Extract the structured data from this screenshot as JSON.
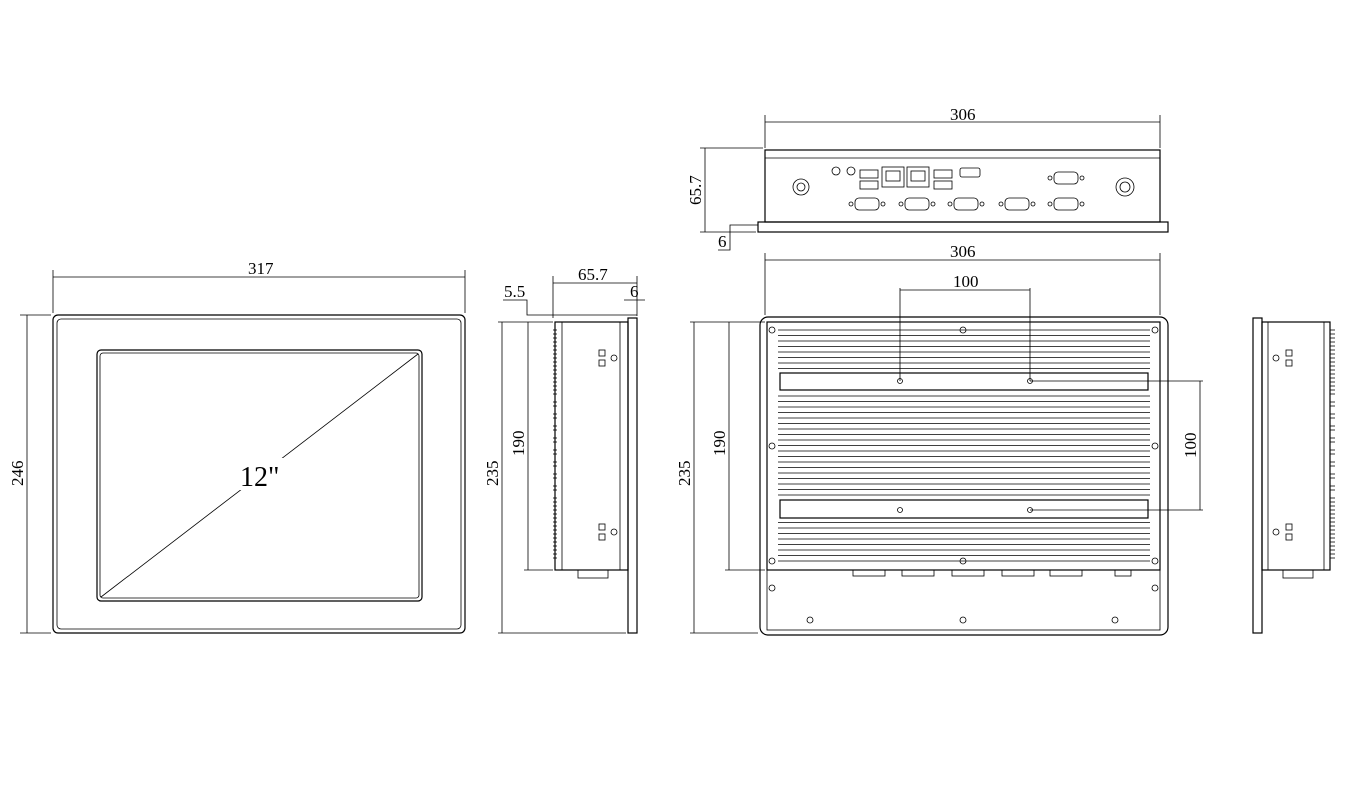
{
  "front_view": {
    "screen_size": "12\"",
    "width": "317",
    "height": "246"
  },
  "side_view": {
    "depth": "65.7",
    "bezel_offset": "5.5",
    "bezel_thickness": "6",
    "total_height": "235",
    "body_height": "190"
  },
  "top_view": {
    "width": "306",
    "depth": "65.7",
    "flange": "6"
  },
  "rear_view": {
    "width": "306",
    "vesa_horizontal": "100",
    "vesa_vertical": "100",
    "total_height": "235",
    "body_height": "190"
  },
  "colors": {
    "line": "#000000",
    "background": "#ffffff"
  }
}
